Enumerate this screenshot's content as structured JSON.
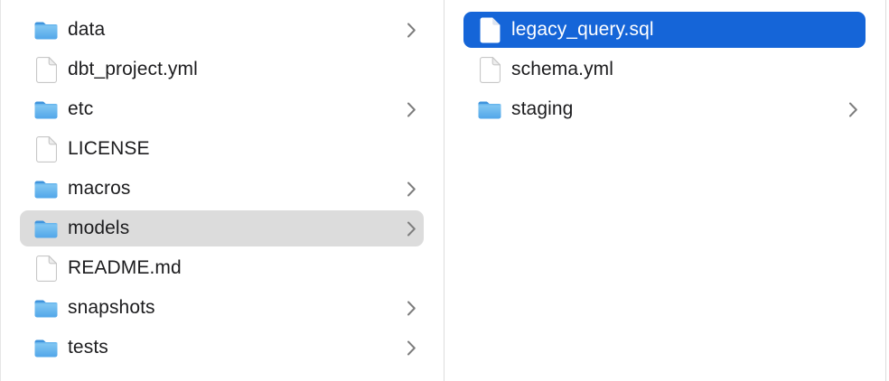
{
  "window": {
    "view": "finder-column-view"
  },
  "colors": {
    "selection_blue": "#1565d8",
    "selection_gray": "#dcdcdc",
    "divider": "#dcdcdc",
    "text": "#1c1c1e",
    "selected_text": "#ffffff",
    "folder_blue_top": "#3f94dd",
    "folder_blue_body_light": "#85c9f3",
    "folder_blue_body_dark": "#51a6e9",
    "chevron_gray": "#7e7e7e"
  },
  "icons": {
    "folder": "folder-icon",
    "file": "document-icon",
    "chevron": "chevron-right-icon"
  },
  "columns": [
    {
      "name": "parent-folder-column",
      "items": [
        {
          "label": "data",
          "type": "folder",
          "has_chevron": true,
          "selected": null
        },
        {
          "label": "dbt_project.yml",
          "type": "file",
          "has_chevron": false,
          "selected": null
        },
        {
          "label": "etc",
          "type": "folder",
          "has_chevron": true,
          "selected": null
        },
        {
          "label": "LICENSE",
          "type": "file",
          "has_chevron": false,
          "selected": null
        },
        {
          "label": "macros",
          "type": "folder",
          "has_chevron": true,
          "selected": null
        },
        {
          "label": "models",
          "type": "folder",
          "has_chevron": true,
          "selected": "secondary"
        },
        {
          "label": "README.md",
          "type": "file",
          "has_chevron": false,
          "selected": null
        },
        {
          "label": "snapshots",
          "type": "folder",
          "has_chevron": true,
          "selected": null
        },
        {
          "label": "tests",
          "type": "folder",
          "has_chevron": true,
          "selected": null
        }
      ]
    },
    {
      "name": "models-folder-column",
      "items": [
        {
          "label": "legacy_query.sql",
          "type": "file",
          "has_chevron": false,
          "selected": "primary"
        },
        {
          "label": "schema.yml",
          "type": "file",
          "has_chevron": false,
          "selected": null
        },
        {
          "label": "staging",
          "type": "folder",
          "has_chevron": true,
          "selected": null
        }
      ]
    }
  ]
}
